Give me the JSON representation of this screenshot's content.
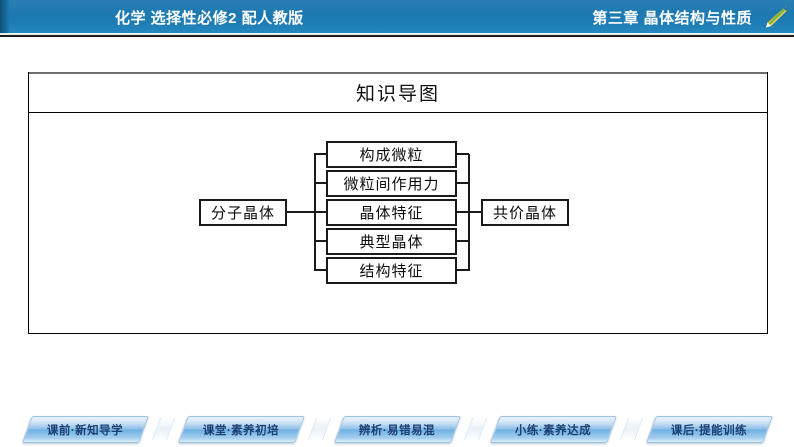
{
  "header": {
    "left_text": "化学  选择性必修2  配人教版",
    "right_text": "第三章  晶体结构与性质",
    "pencil_icon_name": "pencil-icon",
    "bar_color": "#1d79b0",
    "text_color": "#ffffff"
  },
  "panel": {
    "title": "知识导图"
  },
  "diagram": {
    "left_node": "分子晶体",
    "right_node": "共价晶体",
    "middle_nodes": [
      "构成微粒",
      "微粒间作用力",
      "晶体特征",
      "典型晶体",
      "结构特征"
    ],
    "line_color": "#1a1a1a"
  },
  "bottom_nav": {
    "buttons": [
      {
        "label": "课前·新知导学"
      },
      {
        "label": "课堂·素养初培"
      },
      {
        "label": "辨析·易错易混"
      },
      {
        "label": "小练·素养达成"
      },
      {
        "label": "课后·提能训练"
      }
    ],
    "accent_color": "#6fb0e2",
    "label_color": "#1b3f73"
  }
}
